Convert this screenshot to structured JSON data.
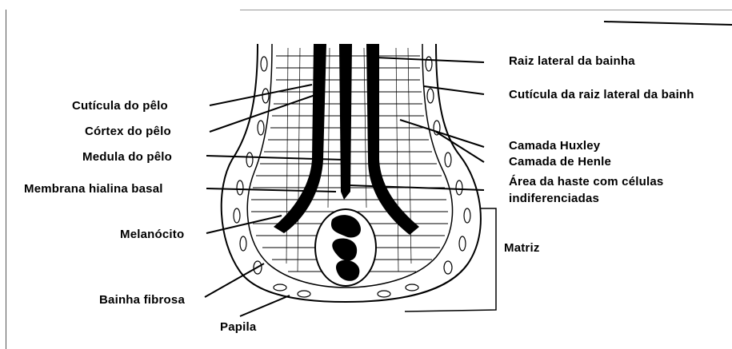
{
  "labels": {
    "raiz_lateral": "Raiz lateral da bainha",
    "cuticula_raiz": "Cutícula da raiz lateral da bainh",
    "camada_huxley": "Camada Huxley",
    "camada_henle": "Camada de Henle",
    "area_haste_1": "Área da haste com células",
    "area_haste_2": "indiferenciadas",
    "matriz": "Matriz",
    "cuticula_pelo": "Cutícula do pêlo",
    "cortex_pelo": "Córtex do pêlo",
    "medula_pelo": "Medula do pêlo",
    "membrana_hialina": "Membrana hialina basal",
    "melanocito": "Melanócito",
    "bainha_fibrosa": "Bainha fibrosa",
    "papila": "Papila"
  },
  "colors": {
    "ink": "#000000",
    "frame": "#555555",
    "background": "#ffffff"
  }
}
